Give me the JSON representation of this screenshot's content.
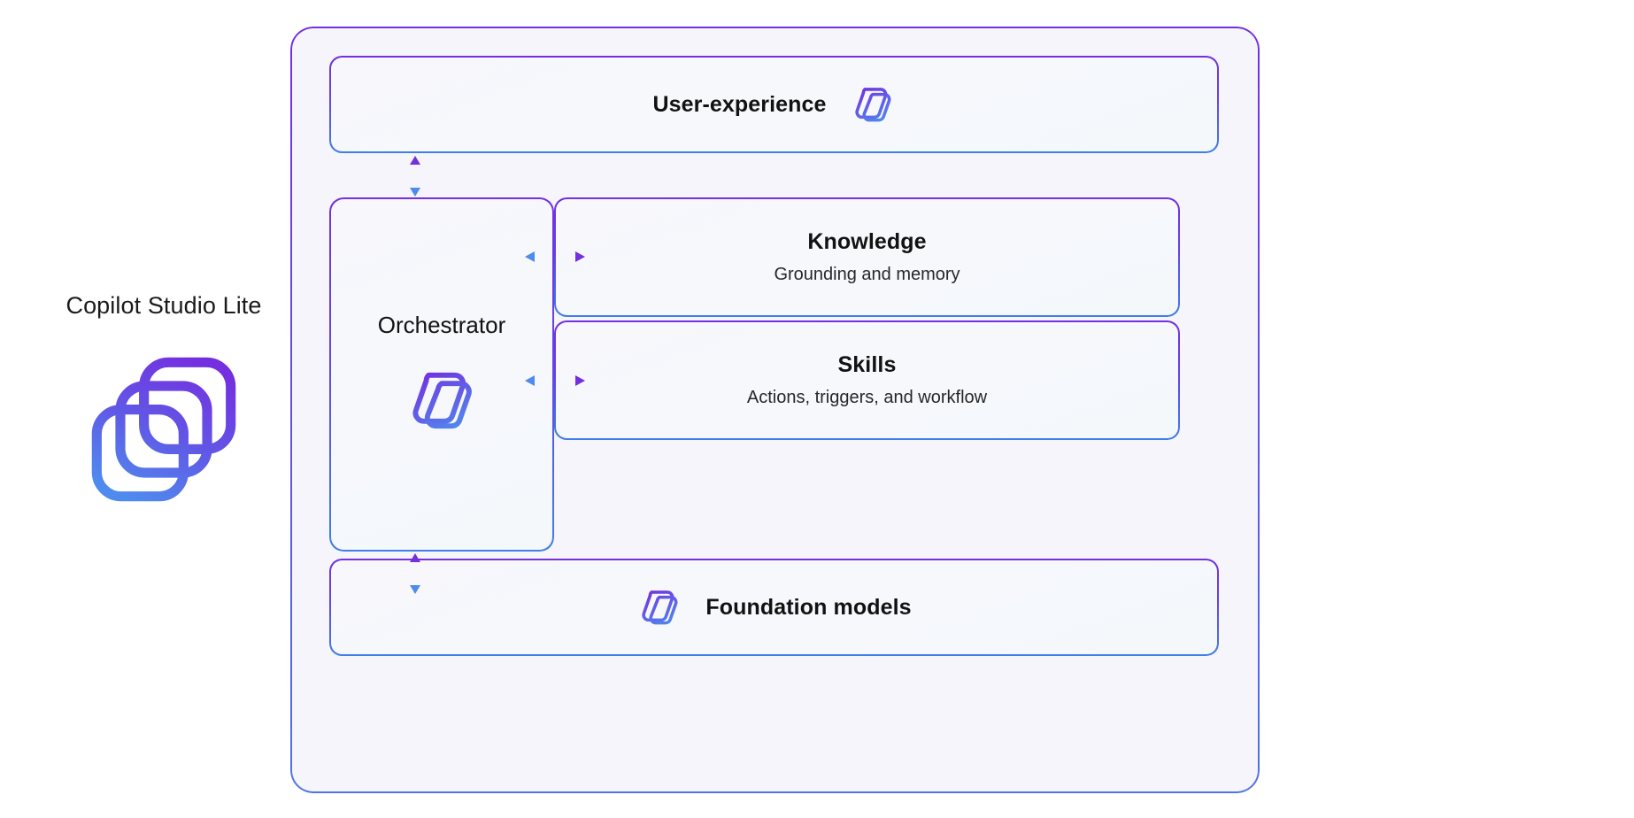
{
  "brand": {
    "title": "Copilot Studio Lite",
    "logo_icon": "copilot-studio-logo-icon"
  },
  "diagram": {
    "name": "copilot-studio-lite-architecture",
    "container_fill": "#F5F5FB",
    "border_gradient_from": "#7430E0",
    "border_gradient_to": "#4F73E8",
    "arrow_gradient_from": "#7430E0",
    "arrow_gradient_to": "#4F8BEE",
    "blocks": {
      "user_experience": {
        "title": "User-experience",
        "icon": "copilot-mark-icon",
        "icon_position": "right"
      },
      "orchestrator": {
        "title": "Orchestrator",
        "icon": "copilot-mark-icon"
      },
      "knowledge": {
        "title": "Knowledge",
        "subtitle": "Grounding and memory"
      },
      "skills": {
        "title": "Skills",
        "subtitle": "Actions, triggers, and workflow"
      },
      "foundation_models": {
        "title": "Foundation models",
        "icon": "copilot-mark-icon",
        "icon_position": "left"
      }
    },
    "connectors": [
      {
        "name": "user-experience-to-orchestrator",
        "orientation": "vertical",
        "bidirectional": true
      },
      {
        "name": "orchestrator-to-knowledge",
        "orientation": "horizontal",
        "bidirectional": true
      },
      {
        "name": "orchestrator-to-skills",
        "orientation": "horizontal",
        "bidirectional": true
      },
      {
        "name": "orchestrator-to-foundation-models",
        "orientation": "vertical",
        "bidirectional": true
      }
    ]
  }
}
